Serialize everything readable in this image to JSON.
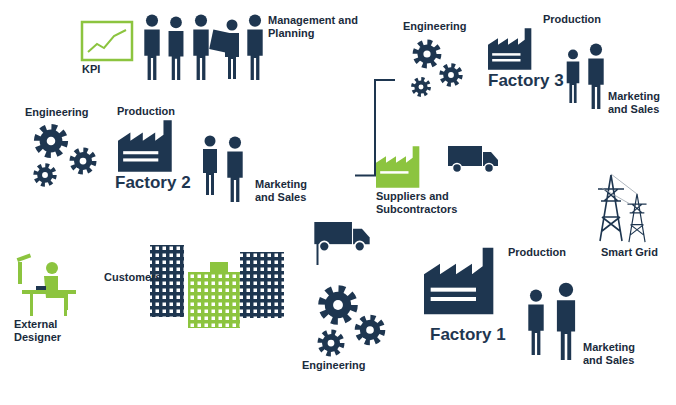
{
  "diagram": {
    "nodes": [
      {
        "text": [
          "Factory 3",
          "Engineering",
          "Production",
          "Marketing and Sales"
        ]
      },
      {
        "text": [
          "Factory 2",
          "Engineering",
          "Production",
          "Marketing and Sales"
        ]
      },
      {
        "text": [
          "Factory 1",
          "Production",
          "Engineering",
          "Marketing and Sales"
        ]
      }
    ],
    "edges": [
      {
        "from": 0,
        "to": 1,
        "arrow": "none"
      },
      {
        "from": 1,
        "to": 2,
        "arrow": "none"
      }
    ],
    "labels": [
      "KPI",
      "Management and Planning",
      "Suppliers and Subcontractors",
      "Customers",
      "Smart Grid",
      "External Designer"
    ]
  }
}
